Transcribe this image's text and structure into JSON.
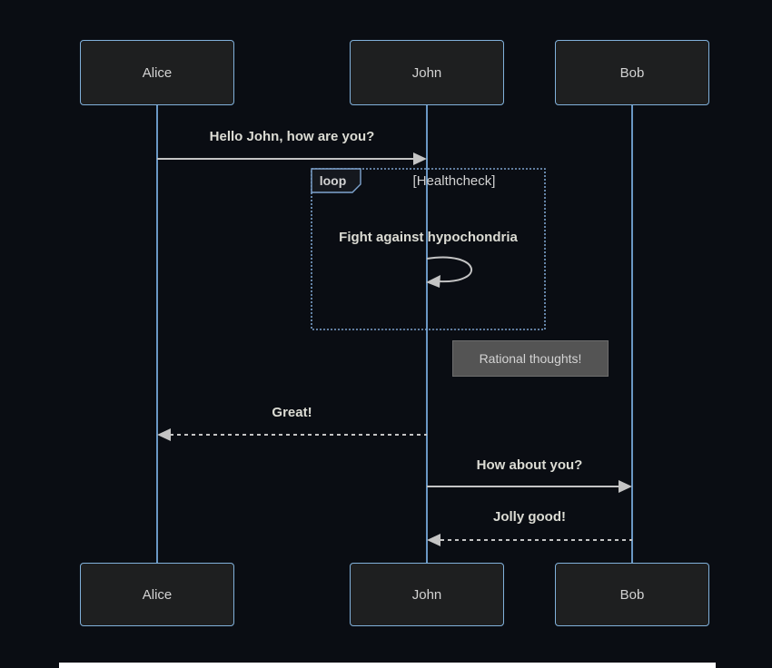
{
  "diagram_type": "sequence-diagram",
  "colors": {
    "bg": "#0a0d13",
    "actorFill": "#1e1f20",
    "actorBorder": "#81b1db",
    "lifeline": "#6a97c4",
    "msgLine": "#c4c4c4",
    "msgText": "#dcdcd4",
    "text": "#d3d3d3",
    "loopBorder": "#7ea4cf",
    "labelFill": "#15181e",
    "noteFill": "#545454",
    "noteBorder": "#6e6e6e"
  },
  "actors": [
    {
      "name": "Alice"
    },
    {
      "name": "John"
    },
    {
      "name": "Bob"
    }
  ],
  "loop": {
    "label": "loop",
    "condition": "[Healthcheck]"
  },
  "note": {
    "text": "Rational thoughts!",
    "position": "right of John"
  },
  "messages": [
    {
      "from": "Alice",
      "to": "John",
      "text": "Hello John, how are you?",
      "line": "solid"
    },
    {
      "from": "John",
      "to": "John",
      "text": "Fight against hypochondria",
      "line": "self"
    },
    {
      "from": "John",
      "to": "Alice",
      "text": "Great!",
      "line": "dashed"
    },
    {
      "from": "John",
      "to": "Bob",
      "text": "How about you?",
      "line": "solid"
    },
    {
      "from": "Bob",
      "to": "John",
      "text": "Jolly good!",
      "line": "dashed"
    }
  ]
}
